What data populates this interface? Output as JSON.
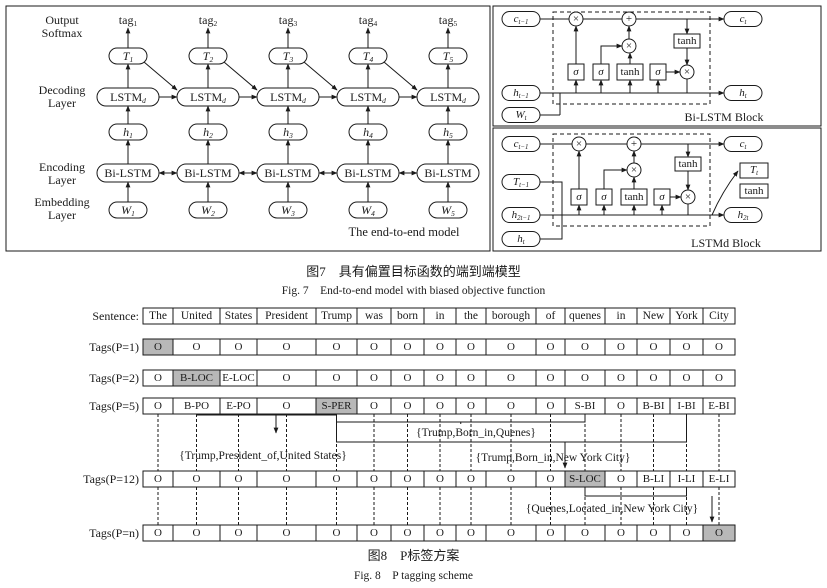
{
  "fig7": {
    "layers": {
      "output": [
        "Output",
        "Softmax"
      ],
      "decoding": [
        "Decoding",
        "Layer"
      ],
      "encoding": [
        "Encoding",
        "Layer"
      ],
      "embedding": [
        "Embedding",
        "Layer"
      ]
    },
    "tags": [
      "tag1",
      "tag2",
      "tag3",
      "tag4",
      "tag5"
    ],
    "softmax": [
      "T1",
      "T2",
      "T3",
      "T4",
      "T5"
    ],
    "lstmd": [
      "LSTMd",
      "LSTMd",
      "LSTMd",
      "LSTMd",
      "LSTMd"
    ],
    "hidden": [
      "h1",
      "h2",
      "h3",
      "h4",
      "h5"
    ],
    "encoder": [
      "Bi-LSTM",
      "Bi-LSTM",
      "Bi-LSTM",
      "Bi-LSTM",
      "Bi-LSTM"
    ],
    "embed": [
      "W1",
      "W2",
      "W3",
      "W4",
      "W5"
    ],
    "model_caption": "The end-to-end model",
    "bilstm_block": {
      "c_prev": "ct−1",
      "h_prev": "ht−1",
      "w": "Wt",
      "c": "ct",
      "h": "ht",
      "sigma": "σ",
      "tanh": "tanh",
      "times": "×",
      "plus": "+",
      "caption": "Bi-LSTM Block"
    },
    "lstmd_block": {
      "c_prev": "ct−1",
      "t_prev": "Tt−1",
      "h_prev": "h2t−1",
      "h_in": "ht",
      "c": "ct",
      "t": "Tt",
      "h": "h2t",
      "sigma": "σ",
      "tanh": "tanh",
      "times": "×",
      "plus": "+",
      "caption": "LSTMd Block"
    },
    "caption_cn": "图7　具有偏置目标函数的端到端模型",
    "caption_en": "Fig. 7　End-to-end model with biased objective function"
  },
  "fig8": {
    "sentence_label": "Sentence:",
    "words": [
      "The",
      "United",
      "States",
      "President",
      "Trump",
      "was",
      "born",
      "in",
      "the",
      "borough",
      "of",
      "quenes",
      "in",
      "New",
      "York",
      "City"
    ],
    "rows": [
      {
        "label": "Tags(P=1)",
        "cells": [
          "O",
          "O",
          "O",
          "O",
          "O",
          "O",
          "O",
          "O",
          "O",
          "O",
          "O",
          "O",
          "O",
          "O",
          "O",
          "O"
        ],
        "highlight": [
          0
        ]
      },
      {
        "label": "Tags(P=2)",
        "cells": [
          "O",
          "B-LOC",
          "E-LOC",
          "O",
          "O",
          "O",
          "O",
          "O",
          "O",
          "O",
          "O",
          "O",
          "O",
          "O",
          "O",
          "O"
        ],
        "highlight": [
          1
        ]
      },
      {
        "label": "Tags(P=5)",
        "cells": [
          "O",
          "B-PO",
          "E-PO",
          "O",
          "S-PER",
          "O",
          "O",
          "O",
          "O",
          "O",
          "O",
          "S-BI",
          "O",
          "B-BI",
          "I-BI",
          "E-BI"
        ],
        "highlight": [
          4
        ]
      },
      {
        "label": "Tags(P=12)",
        "cells": [
          "O",
          "O",
          "O",
          "O",
          "O",
          "O",
          "O",
          "O",
          "O",
          "O",
          "O",
          "S-LOC",
          "O",
          "B-LI",
          "I-LI",
          "E-LI"
        ],
        "highlight": [
          11
        ]
      },
      {
        "label": "Tags(P=n)",
        "cells": [
          "O",
          "O",
          "O",
          "O",
          "O",
          "O",
          "O",
          "O",
          "O",
          "O",
          "O",
          "O",
          "O",
          "O",
          "O",
          "O"
        ],
        "highlight": [
          15
        ]
      }
    ],
    "relations": {
      "trump_born_quenes": "{Trump,Born_in,Quenes}",
      "trump_president": "{Trump,President_of,United States}",
      "trump_born_nyc": "{Trump,Born_in,New York City}",
      "quenes_located": "{Quenes,Located_in,New York City}"
    },
    "caption_cn": "图8　P标签方案",
    "caption_en": "Fig. 8　P tagging scheme"
  }
}
